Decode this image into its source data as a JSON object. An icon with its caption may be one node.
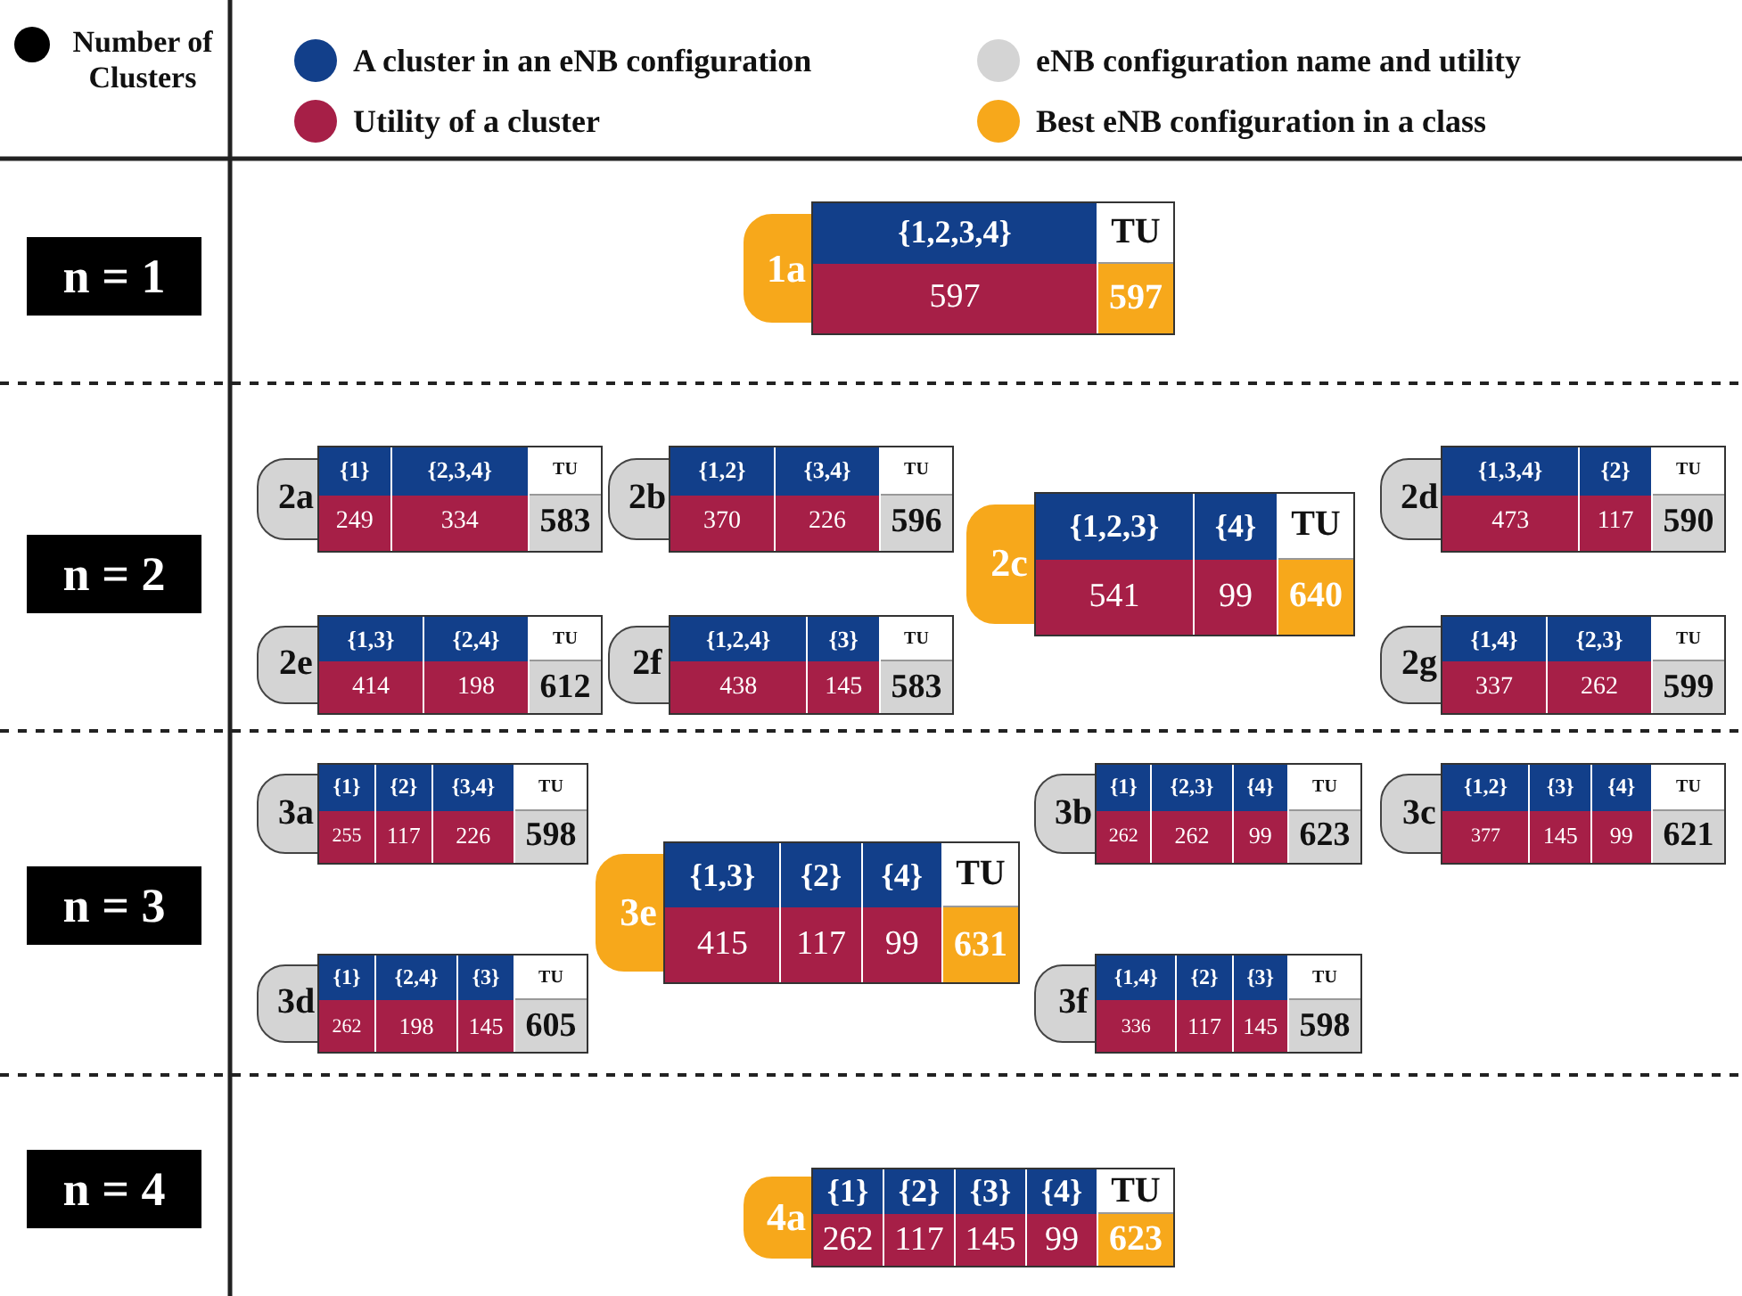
{
  "diagram": {
    "nodes": [
      {
        "text": [
          "n = 1"
        ]
      },
      {
        "text": [
          "1a",
          "{1,2,3,4}",
          "TU",
          "597",
          "597"
        ]
      },
      {
        "text": [
          "n = 2"
        ]
      },
      {
        "text": [
          "2a",
          "{1}",
          "{2,3,4}",
          "TU",
          "249",
          "334",
          "583"
        ]
      },
      {
        "text": [
          "2b",
          "{1,2}",
          "{3,4}",
          "TU",
          "370",
          "226",
          "596"
        ]
      },
      {
        "text": [
          "2c",
          "{1,2,3}",
          "{4}",
          "TU",
          "541",
          "99",
          "640"
        ]
      },
      {
        "text": [
          "2d",
          "{1,3,4}",
          "{2}",
          "TU",
          "473",
          "117",
          "590"
        ]
      },
      {
        "text": [
          "2e",
          "{1,3}",
          "{2,4}",
          "TU",
          "414",
          "198",
          "612"
        ]
      },
      {
        "text": [
          "2f",
          "{1,2,4}",
          "{3}",
          "TU",
          "438",
          "145",
          "583"
        ]
      },
      {
        "text": [
          "2g",
          "{1,4}",
          "{2,3}",
          "TU",
          "337",
          "262",
          "599"
        ]
      },
      {
        "text": [
          "n = 3"
        ]
      },
      {
        "text": [
          "3a",
          "{1}",
          "{2}",
          "{3,4}",
          "TU",
          "255",
          "117",
          "226",
          "598"
        ]
      },
      {
        "text": [
          "3b",
          "{1}",
          "{2,3}",
          "{4}",
          "TU",
          "262",
          "262",
          "99",
          "623"
        ]
      },
      {
        "text": [
          "3c",
          "{1,2}",
          "{3}",
          "{4}",
          "TU",
          "377",
          "145",
          "99",
          "621"
        ]
      },
      {
        "text": [
          "3e",
          "{1,3}",
          "{2}",
          "{4}",
          "TU",
          "415",
          "117",
          "99",
          "631"
        ]
      },
      {
        "text": [
          "3d",
          "{1}",
          "{2,4}",
          "{3}",
          "TU",
          "262",
          "198",
          "145",
          "605"
        ]
      },
      {
        "text": [
          "3f",
          "{1,4}",
          "{2}",
          "{3}",
          "TU",
          "336",
          "117",
          "145",
          "598"
        ]
      },
      {
        "text": [
          "n = 4"
        ]
      },
      {
        "text": [
          "4a",
          "{1}",
          "{2}",
          "{3}",
          "{4}",
          "TU",
          "262",
          "117",
          "145",
          "99",
          "623"
        ]
      }
    ],
    "legend": [
      {
        "text": "Number of Clusters",
        "color": "#000000"
      },
      {
        "text": "A cluster in an eNB configuration",
        "color": "#123f8a"
      },
      {
        "text": "eNB configuration name and utility",
        "color": "#d4d4d4"
      },
      {
        "text": "Utility of a cluster",
        "color": "#a61f47"
      },
      {
        "text": "Best eNB configuration in a class",
        "color": "#f7a81b"
      }
    ]
  }
}
